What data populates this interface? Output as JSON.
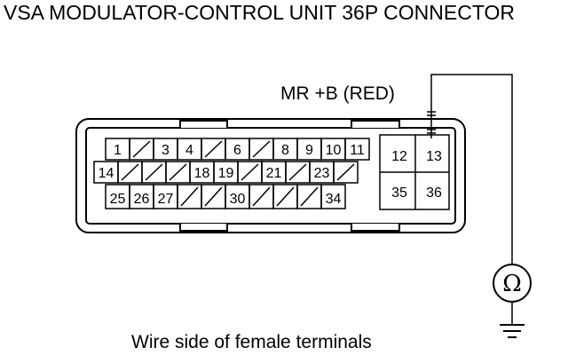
{
  "title": "VSA MODULATOR-CONTROL UNIT 36P CONNECTOR",
  "probe_label": "MR  +B (RED)",
  "caption": "Wire side of female terminals",
  "meter_symbol": "Ω",
  "row1": [
    "1",
    "",
    "3",
    "4",
    "",
    "6",
    "",
    "8",
    "9",
    "10",
    "11"
  ],
  "row2": [
    "14",
    "",
    "",
    "",
    "18",
    "19",
    "",
    "21",
    "",
    "23",
    ""
  ],
  "row3": [
    "25",
    "26",
    "27",
    "",
    "",
    "30",
    "",
    "",
    "",
    "34"
  ],
  "big_pins": [
    "12",
    "13",
    "35",
    "36"
  ],
  "line_color": "#000000",
  "icons": [
    "ohmmeter-icon",
    "ground-icon"
  ]
}
